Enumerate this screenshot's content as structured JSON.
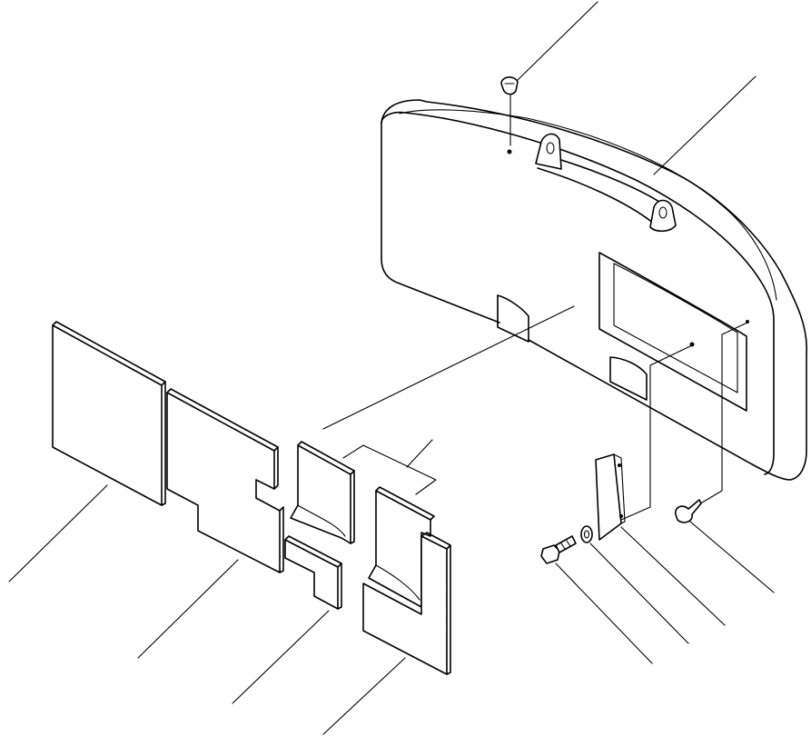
{
  "diagram": {
    "type": "exploded-parts-view",
    "parts": [
      {
        "id": "counterweight",
        "icon": "counterweight-icon"
      },
      {
        "id": "lifting-eye-left",
        "icon": "lifting-eye-icon"
      },
      {
        "id": "lifting-eye-right",
        "icon": "lifting-eye-icon"
      },
      {
        "id": "top-plug",
        "icon": "plug-icon"
      },
      {
        "id": "insulation-panel-1",
        "icon": "panel-icon"
      },
      {
        "id": "insulation-panel-2",
        "icon": "panel-icon"
      },
      {
        "id": "insulation-panel-3",
        "icon": "panel-icon"
      },
      {
        "id": "insulation-panel-4",
        "icon": "panel-icon"
      },
      {
        "id": "insulation-panel-5",
        "icon": "panel-icon"
      },
      {
        "id": "insulation-panel-6",
        "icon": "panel-icon"
      },
      {
        "id": "bracket",
        "icon": "bracket-icon"
      },
      {
        "id": "bolt",
        "icon": "bolt-icon"
      },
      {
        "id": "washer",
        "icon": "washer-icon"
      },
      {
        "id": "clip",
        "icon": "clip-icon"
      }
    ],
    "leader_lines": 11
  }
}
